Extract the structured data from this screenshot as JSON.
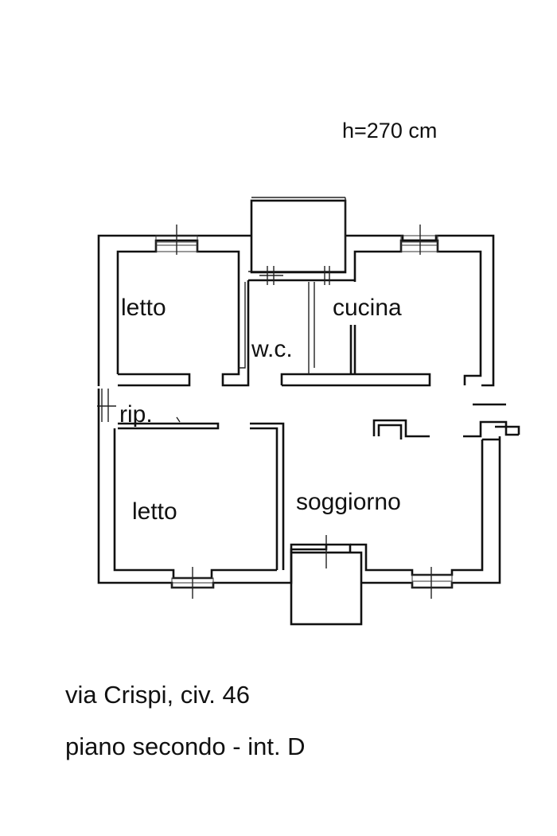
{
  "height_label": "h=270 cm",
  "rooms": {
    "bedroom_top": "letto",
    "wc": "w.c.",
    "kitchen": "cucina",
    "storage": "rip.",
    "bedroom_bottom": "letto",
    "living": "soggiorno"
  },
  "address": {
    "street": "via Crispi, civ. 46",
    "floor": "piano secondo - int. D"
  }
}
